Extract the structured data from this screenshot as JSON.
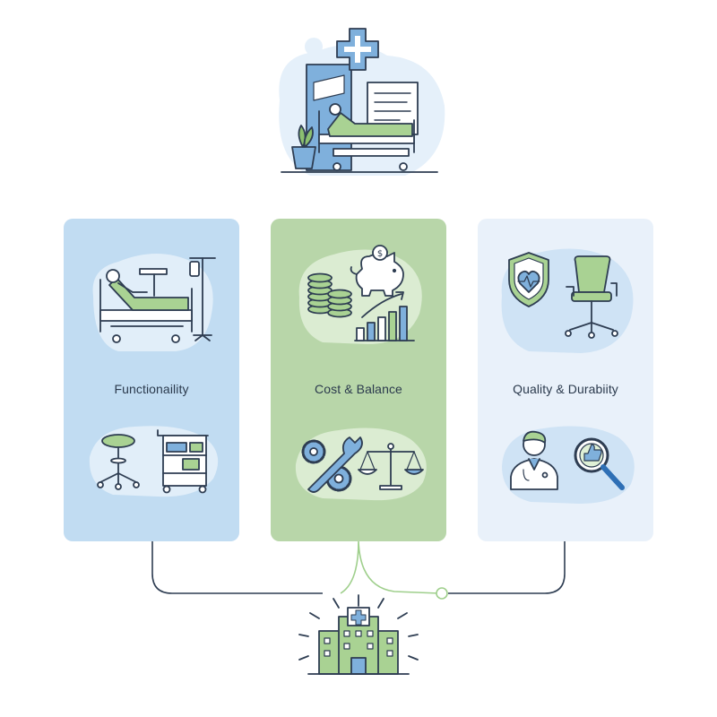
{
  "cards": [
    {
      "id": "functionality",
      "label": "Functionaility"
    },
    {
      "id": "cost",
      "label": "Cost & Balance"
    },
    {
      "id": "quality",
      "label": "Quality & Durabiity"
    }
  ],
  "colors": {
    "outline": "#2e3d52",
    "blue_fill": "#c1dcf2",
    "green_fill": "#b8d6a9",
    "light_fill": "#e9f1fa",
    "accent_blue": "#7fb0dc",
    "accent_green": "#8cc070"
  },
  "icons": [
    "hospital-room-icon",
    "medical-cross-icon",
    "hospital-bed-icon",
    "iv-pole-icon",
    "coins-icon",
    "piggy-bank-icon",
    "growth-chart-icon",
    "shield-heart-icon",
    "office-chair-icon",
    "stool-icon",
    "medical-cart-icon",
    "gears-wrench-icon",
    "balance-scale-icon",
    "doctor-icon",
    "magnifier-thumbs-up-icon",
    "hospital-building-icon"
  ]
}
